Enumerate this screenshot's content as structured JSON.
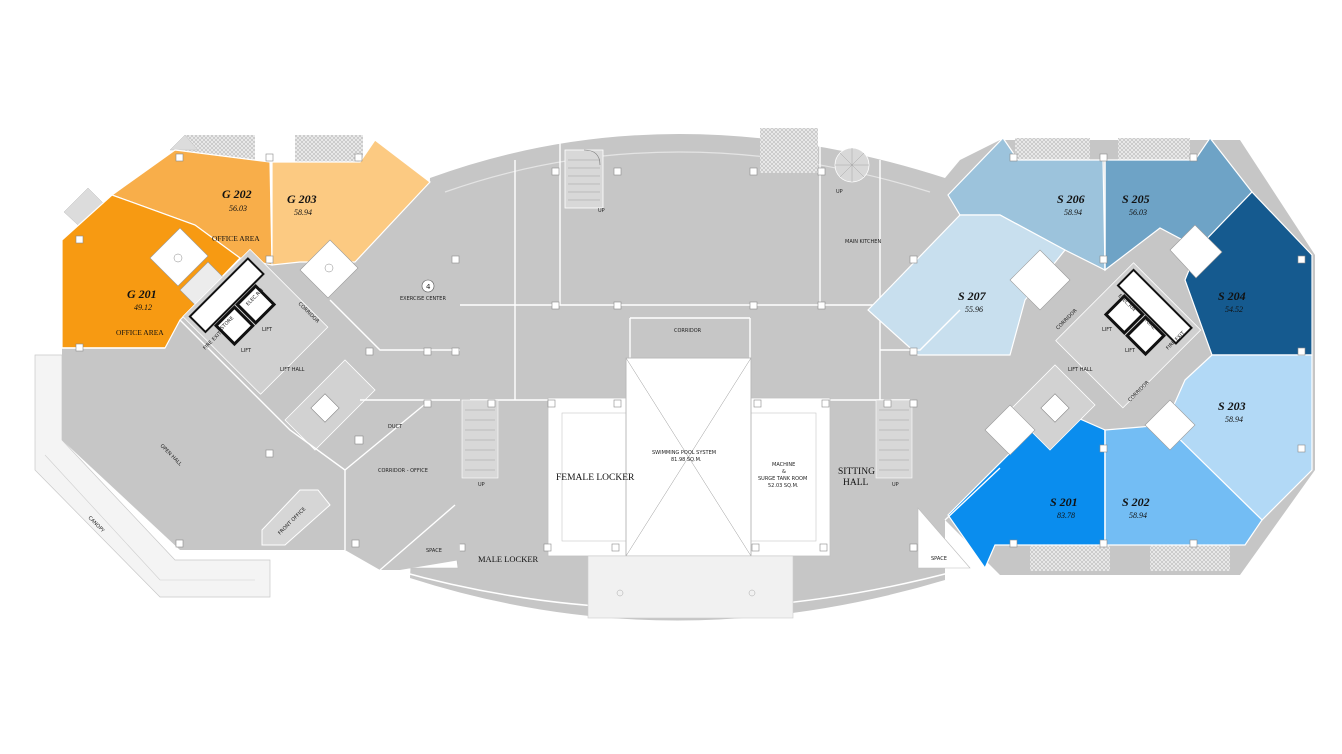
{
  "units": [
    {
      "id": "g202",
      "name": "G 202",
      "area": "56.03",
      "color": "#f8ae4a"
    },
    {
      "id": "g203",
      "name": "G 203",
      "area": "58.94",
      "color": "#fcca82"
    },
    {
      "id": "g201",
      "name": "G 201",
      "area": "49.12",
      "color": "#f79a12"
    },
    {
      "id": "s206",
      "name": "S 206",
      "area": "58.94",
      "color": "#9cc3dc"
    },
    {
      "id": "s205",
      "name": "S 205",
      "area": "56.03",
      "color": "#6ea3c6"
    },
    {
      "id": "s204",
      "name": "S 204",
      "area": "54.52",
      "color": "#155a8f"
    },
    {
      "id": "s207",
      "name": "S 207",
      "area": "55.96",
      "color": "#c8dfee"
    },
    {
      "id": "s203",
      "name": "S 203",
      "area": "58.94",
      "color": "#b2d9f6"
    },
    {
      "id": "s201",
      "name": "S 201",
      "area": "83.78",
      "color": "#0a8dee"
    },
    {
      "id": "s202",
      "name": "S 202",
      "area": "58.94",
      "color": "#73bdf4"
    }
  ],
  "labels": {
    "office_area_1": "OFFICE AREA",
    "office_area_2": "OFFICE AREA",
    "exercise_center": "EXERCISE CENTER",
    "exercise_num": "4",
    "corridor_left": "CORRIDOR",
    "corridor_center": "CORRIDOR",
    "corridor_right_1": "CORRIDOR",
    "corridor_right_2": "CORRIDOR",
    "lift_hall_left": "LIFT HALL",
    "lift_hall_right": "LIFT HALL",
    "lift": "LIFT",
    "store": "STORE",
    "elec_rm": "ELEC.RM",
    "fire_exit": "FIRE EXIT",
    "open_hall": "OPEN HALL",
    "canopy": "CANOPY",
    "front_office": "FRONT OFFICE",
    "duct": "DUCT",
    "corridor_office": "CORRIDOR - OFFICE",
    "space": "SPACE",
    "up": "UP",
    "male_locker": "MALE LOCKER",
    "female_locker": "FEMALE LOCKER",
    "pool_line1": "SWIMMING POOL SYSTEM",
    "pool_line2": "81.98 SQ.M.",
    "machine_line1": "MACHINE",
    "machine_line2": "&",
    "machine_line3": "SURGE TANK ROOM",
    "machine_line4": "52.03 SQ.M.",
    "sitting_line1": "SITTING",
    "sitting_line2": "HALL",
    "main_kitchen": "MAIN KITCHEN"
  },
  "colors": {
    "floor": "#c8c8c8",
    "floor_dark": "#bcbcbc",
    "void": "#eeeeee",
    "balcony": "#d6d6d6"
  }
}
